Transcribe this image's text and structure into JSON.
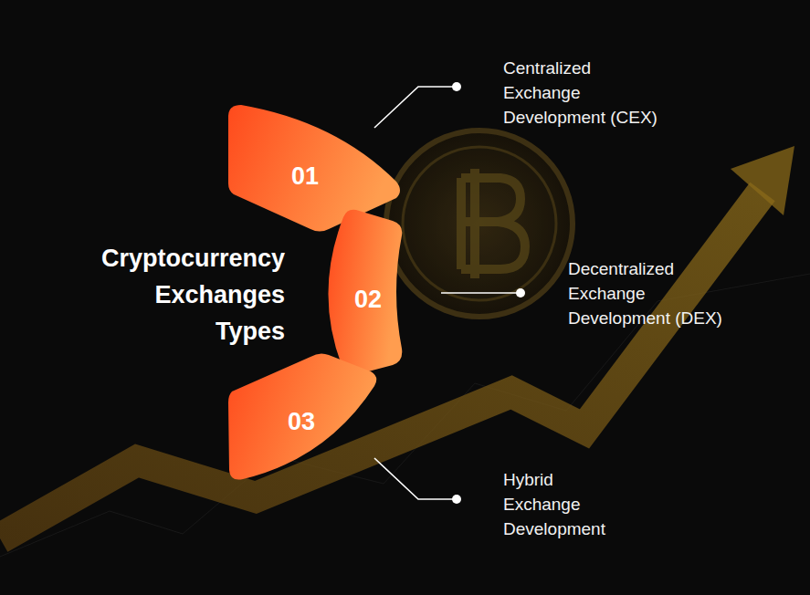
{
  "diagram": {
    "title": "Cryptocurrency Exchanges Types",
    "nodes": [
      {
        "text": [
          "01"
        ]
      },
      {
        "text": [
          "02"
        ]
      },
      {
        "text": [
          "03"
        ]
      }
    ],
    "labels": [
      "Centralized Exchange Development (CEX)",
      "Decentralized Exchange Development (DEX)",
      "Hybrid Exchange Development"
    ]
  }
}
